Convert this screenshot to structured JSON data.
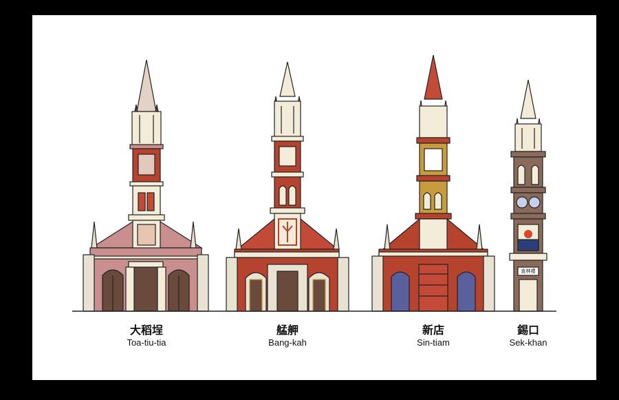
{
  "colors": {
    "frame": "#000000",
    "paper": "#ffffff",
    "brick": "#b5432e",
    "brick_dark": "#8a2f22",
    "pink_brick": "#c98e8e",
    "cream": "#f3ecd8",
    "stone": "#e8e2d2",
    "door_brown": "#6b4a3e",
    "door_blue": "#5a5f9e",
    "gold": "#c89b3c",
    "ink": "#222222"
  },
  "churches": [
    {
      "name_cn": "大稻埕",
      "name_rom": "Toa-tiu-tia"
    },
    {
      "name_cn": "艋舺",
      "name_rom": "Bang-kah"
    },
    {
      "name_cn": "新店",
      "name_rom": "Sin-tiam"
    },
    {
      "name_cn": "錫口",
      "name_rom": "Sek-khan"
    }
  ],
  "sign_text": "金林禮"
}
